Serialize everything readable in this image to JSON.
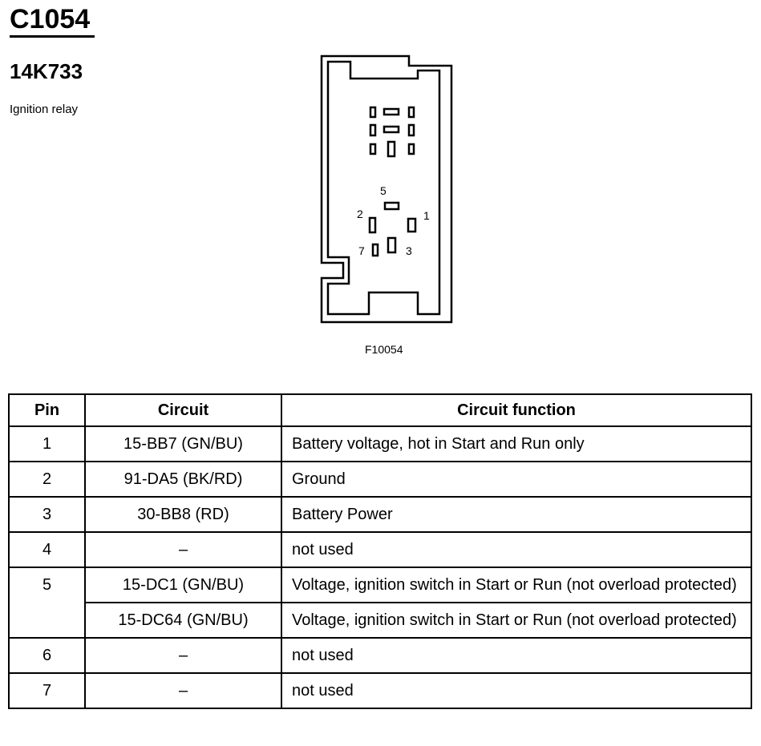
{
  "header": {
    "connector_id": "C1054",
    "part_number": "14K733",
    "description": "Ignition relay"
  },
  "diagram": {
    "figure_id": "F10054",
    "pin_labels": {
      "p1": "1",
      "p2": "2",
      "p3": "3",
      "p5": "5",
      "p7": "7"
    }
  },
  "table": {
    "headers": {
      "pin": "Pin",
      "circuit": "Circuit",
      "function": "Circuit function"
    },
    "rows": [
      {
        "pin": "1",
        "circuit": "15-BB7 (GN/BU)",
        "function": "Battery voltage, hot in Start and Run only"
      },
      {
        "pin": "2",
        "circuit": "91-DA5 (BK/RD)",
        "function": "Ground"
      },
      {
        "pin": "3",
        "circuit": "30-BB8 (RD)",
        "function": "Battery Power"
      },
      {
        "pin": "4",
        "circuit": "–",
        "function": "not used"
      },
      {
        "pin": "5",
        "circuit": "15-DC1 (GN/BU)",
        "function": "Voltage, ignition switch in Start or Run (not overload protected)"
      },
      {
        "pin": "",
        "circuit": "15-DC64 (GN/BU)",
        "function": "Voltage, ignition switch in Start or Run (not overload protected)"
      },
      {
        "pin": "6",
        "circuit": "–",
        "function": "not used"
      },
      {
        "pin": "7",
        "circuit": "–",
        "function": "not used"
      }
    ]
  }
}
